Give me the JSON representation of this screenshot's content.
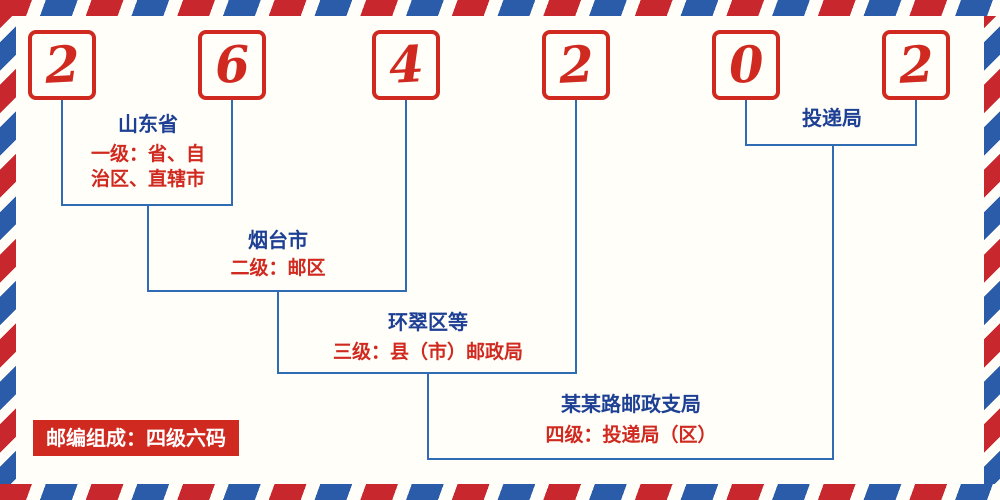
{
  "postal_code": "264202",
  "digits": [
    "2",
    "6",
    "4",
    "2",
    "0",
    "2"
  ],
  "levels": [
    {
      "name": "山东省",
      "desc_line1": "一级：省、自",
      "desc_line2": "治区、直辖市"
    },
    {
      "name": "烟台市",
      "desc": "二级：邮区"
    },
    {
      "name": "环翠区等",
      "desc": "三级：县（市）邮政局"
    },
    {
      "name": "投递局"
    },
    {
      "name": "某某路邮政支局",
      "desc": "四级：投递局（区）"
    }
  ],
  "badge": "邮编组成：四级六码",
  "colors": {
    "digit_red": "#d02a20",
    "line_blue": "#2f6cb3",
    "label_navy": "#1d3f94",
    "desc_red": "#d02a20",
    "badge_bg": "#d02a20",
    "badge_text": "#ffffff",
    "border_red": "#c8272e",
    "border_blue": "#2a5caa",
    "background": "#fffef8"
  }
}
